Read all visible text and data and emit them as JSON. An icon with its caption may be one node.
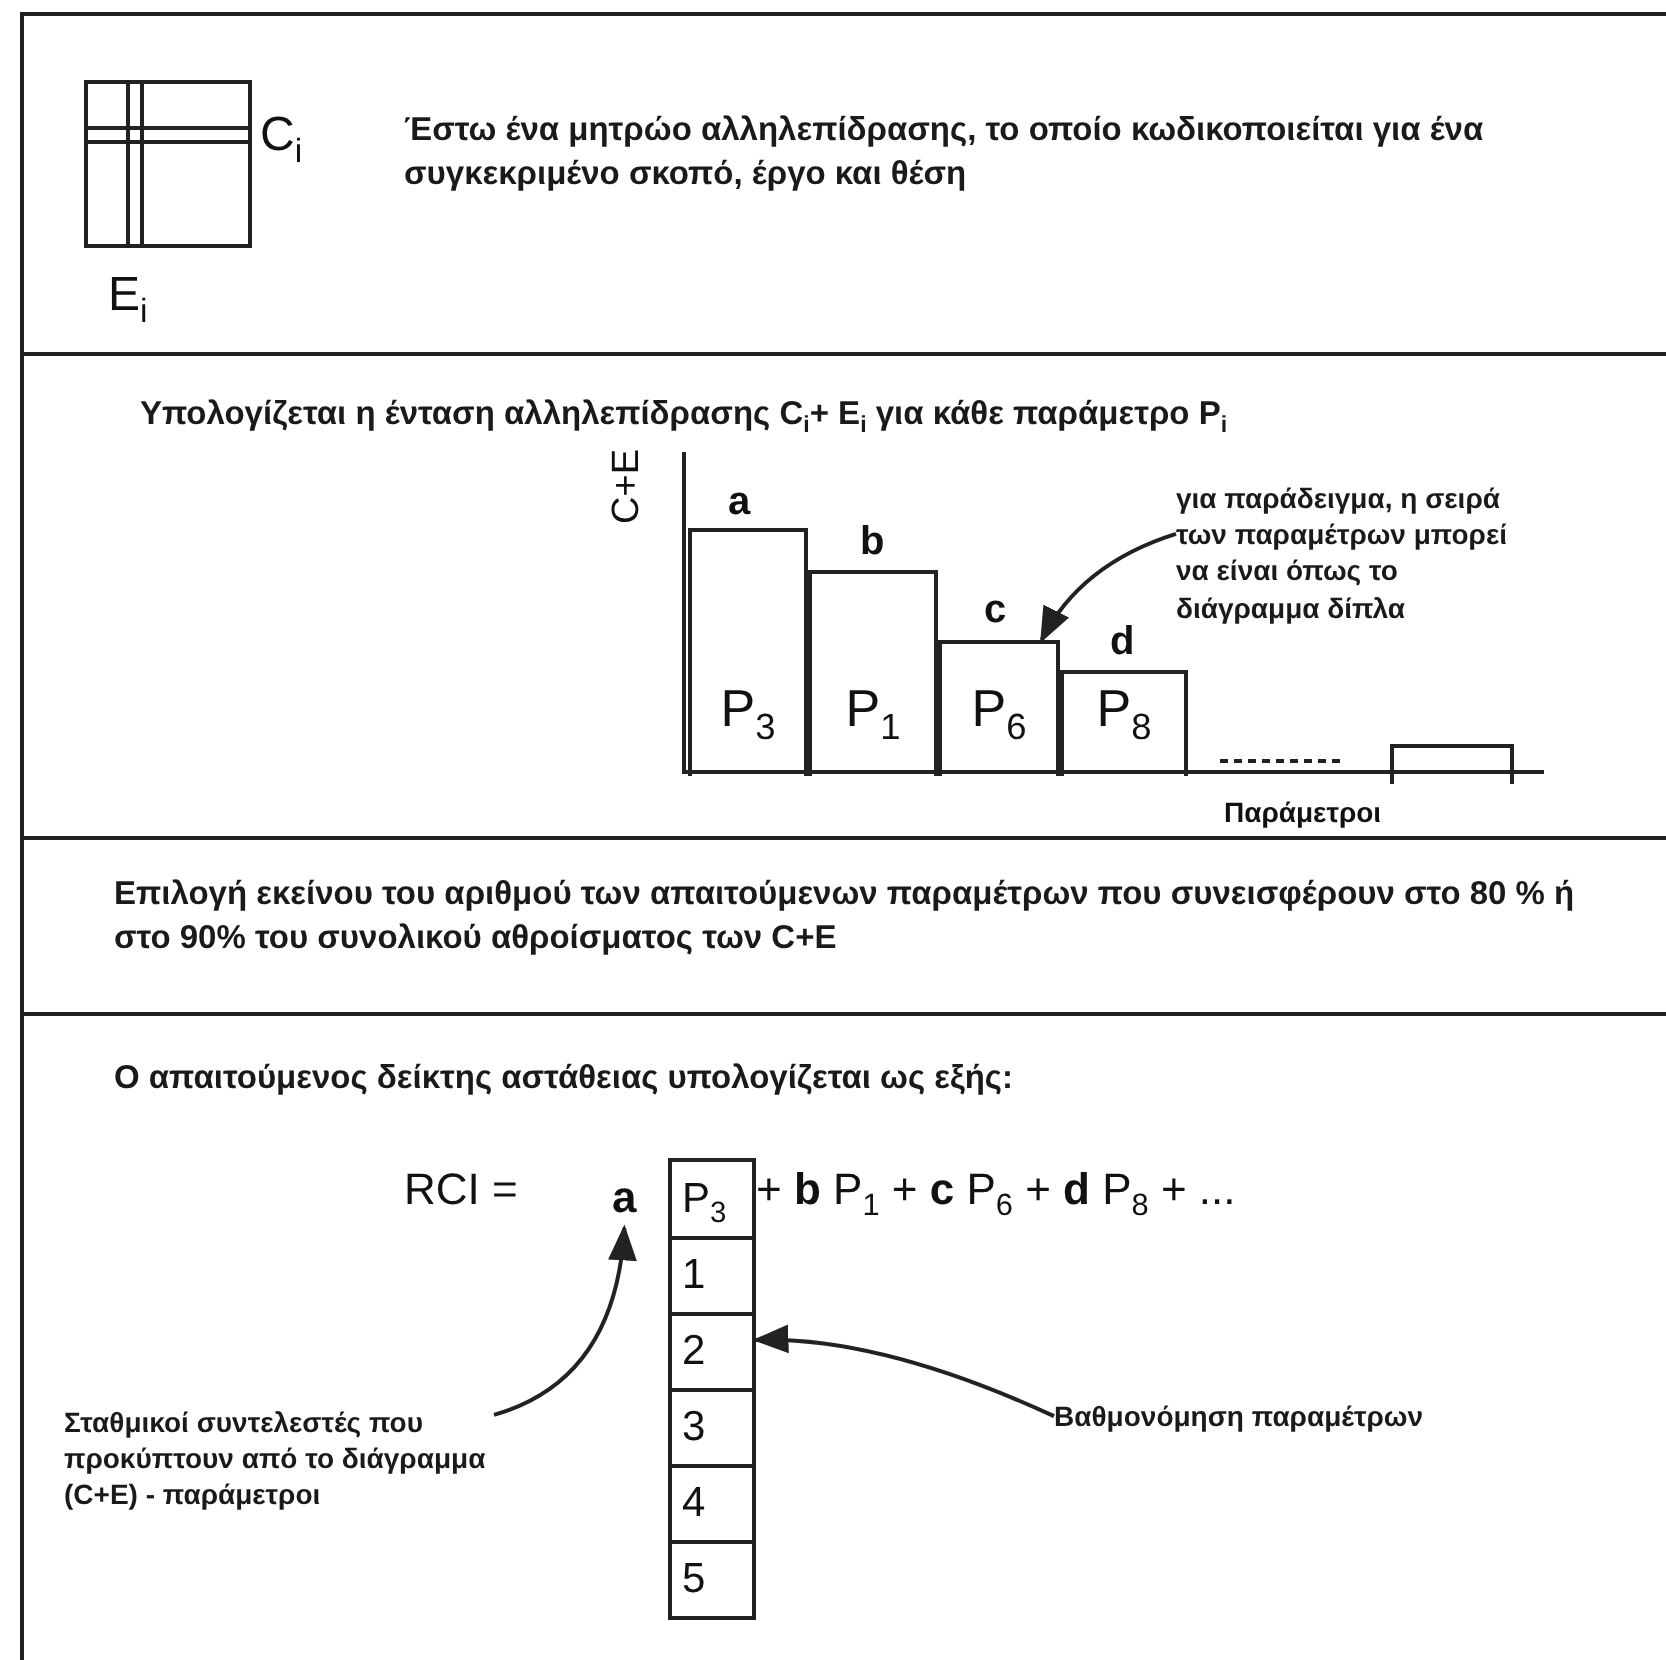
{
  "diagram": {
    "nodes": [
      {
        "text": [
          "Έστω ένα μητρώο αλληλεπίδρασης, το οποίο κωδικοποιείται για ένα συγκεκριμένο σκοπό, έργο και θέση"
        ]
      },
      {
        "text": [
          "Υπολογίζεται η ένταση αλληλεπίδρασης C$_{i}$+ E$_{i}$ για κάθε παράμετρο P$_{i}$"
        ]
      },
      {
        "text": [
          "P$_{3}$"
        ],
        "in": 1,
        "beside": [
          "a"
        ]
      },
      {
        "text": [
          "P$_{1}$"
        ],
        "in": 1,
        "beside": [
          "b"
        ]
      },
      {
        "text": [
          "P$_{6}$"
        ],
        "in": 1,
        "beside": [
          "c"
        ]
      },
      {
        "text": [
          "P$_{8}$"
        ],
        "in": 1,
        "beside": [
          "d"
        ]
      },
      {
        "text": [],
        "shape": "bar",
        "in": 1
      },
      {
        "text": [
          "για παράδειγμα, η σειρά των παραμέτρων μπορεί να είναι όπως το διάγραμμα δίπλα"
        ],
        "in": 1
      },
      {
        "text": [
          "Επιλογή εκείνου του αριθμού των απαιτούμενων παραμέτρων που συνεισφέρουν στο 80 % ή στο 90% του συνολικού αθροίσματος των C+E"
        ]
      },
      {
        "text": [
          "Ο απαιτούμενος δείκτης αστάθειας υπολογίζεται ως εξής:"
        ]
      },
      {
        "text": [
          "a"
        ],
        "in": 9
      },
      {
        "text": [
          "P$_{3}$"
        ],
        "in": 9
      },
      {
        "text": [
          "1"
        ],
        "in": 9
      },
      {
        "text": [
          "2"
        ],
        "in": 9
      },
      {
        "text": [
          "3"
        ],
        "in": 9
      },
      {
        "text": [
          "4"
        ],
        "in": 9
      },
      {
        "text": [
          "5"
        ],
        "in": 9
      },
      {
        "text": [
          "Σταθμικοί συντελεστές που προκύπτουν από το διάγραμμα (C+E) - παράμετροι"
        ],
        "in": 9
      },
      {
        "text": [
          "Βαθμονόμηση παραμέτρων"
        ],
        "in": 9
      }
    ],
    "edges": [
      {
        "from": 7,
        "to": 4,
        "arrow": "to"
      },
      {
        "from": 17,
        "to": 10,
        "arrow": "to"
      },
      {
        "from": 18,
        "to": 13,
        "arrow": "to"
      }
    ],
    "labels": [
      "C$_{i}$",
      "E$_{i}$",
      "C+E",
      "Παράμετροι",
      "RCI =",
      "+ **b** P$_{1}$ + **c** P$_{6}$ + **d** P$_{8}$ + ..."
    ]
  }
}
